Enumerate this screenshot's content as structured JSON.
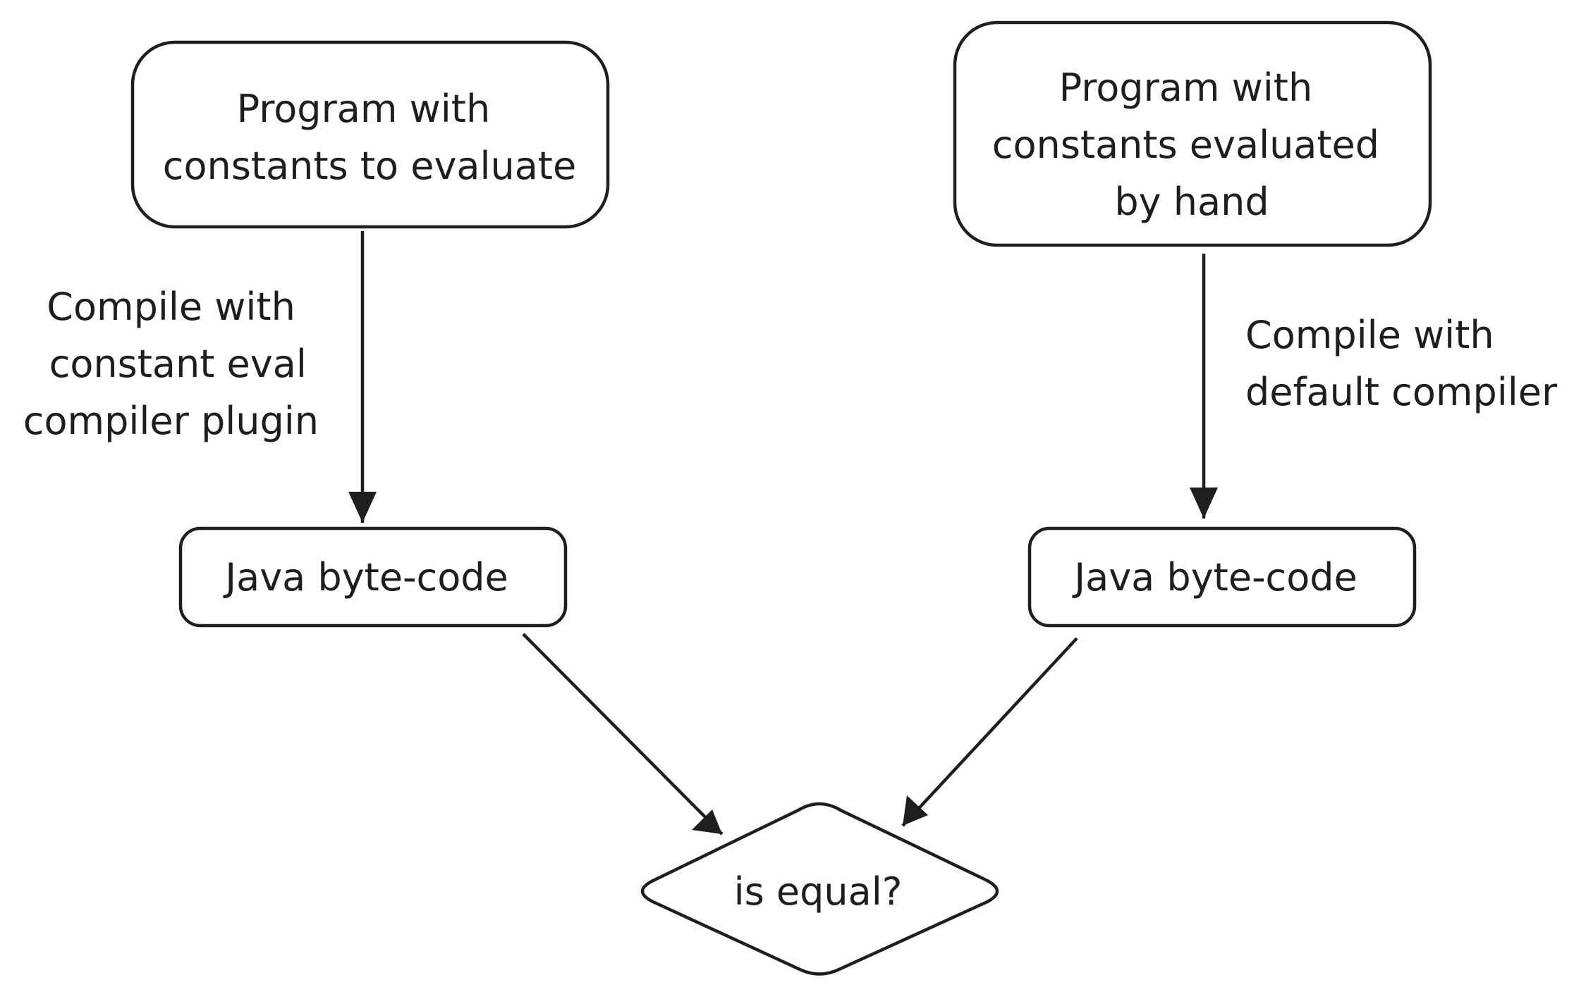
{
  "diagram": {
    "nodes": {
      "program_eval": [
        "Program with",
        "constants to evaluate"
      ],
      "program_hand": [
        "Program with",
        "constants evaluated",
        "by hand"
      ],
      "bytecode_left": [
        "Java byte-code"
      ],
      "bytecode_right": [
        "Java byte-code"
      ],
      "is_equal": [
        "is equal?"
      ]
    },
    "edge_labels": {
      "compile_plugin": [
        "Compile with",
        "constant eval",
        "compiler plugin"
      ],
      "compile_default": [
        "Compile with",
        "default compiler"
      ]
    }
  },
  "colors": {
    "stroke": "#1e1e1e",
    "text": "#1e1e1e",
    "background": "#ffffff"
  }
}
